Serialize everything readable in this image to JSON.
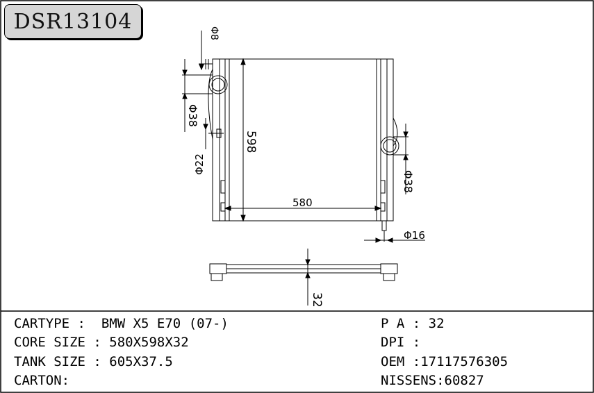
{
  "part_number": "DSR13104",
  "dimensions": {
    "outlet_top": "Φ8",
    "inlet_left": "Φ38",
    "fitting_left": "Φ22",
    "height": "598",
    "width": "580",
    "outlet_right": "Φ38",
    "drain": "Φ16",
    "thickness": "32"
  },
  "specs_left": [
    {
      "label": "CARTYPE",
      "sep": " :",
      "value": "BMW X5 E70 (07-)"
    },
    {
      "label": "CORE SIZE",
      "sep": " :",
      "value": "580X598X32"
    },
    {
      "label": "TANK SIZE",
      "sep": " :",
      "value": "605X37.5"
    },
    {
      "label": "CARTON",
      "sep": ":",
      "value": ""
    }
  ],
  "specs_right": [
    {
      "label": "P A",
      "sep": " :",
      "value": "32"
    },
    {
      "label": "DPI",
      "sep": " :",
      "value": ""
    },
    {
      "label": "OEM",
      "sep": " :",
      "value": "17117576305"
    },
    {
      "label": "NISSENS",
      "sep": ":",
      "value": "60827"
    }
  ]
}
